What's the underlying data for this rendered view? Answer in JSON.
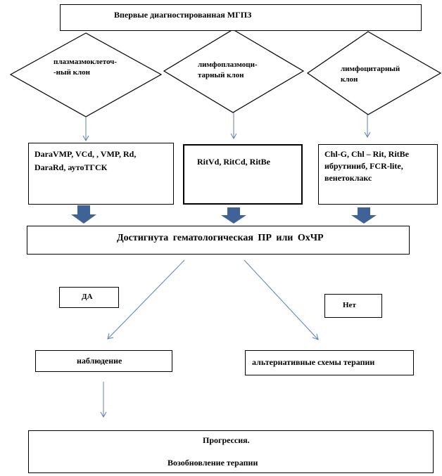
{
  "title": "Впервые диагностированная МГПЗ",
  "clones": [
    {
      "label": "плазмазмоклеточ-\n-ный клон"
    },
    {
      "label": "лимфоплазмоци-\nтарный клон"
    },
    {
      "label": "лимфоцитарный\nклон"
    }
  ],
  "therapies": [
    {
      "text": "DaraVMP, VCd, , VMP, Rd,\nDaraRd, аутоТГСК"
    },
    {
      "text": "RitVd, RitCd, RitBe"
    },
    {
      "text": "Chl-G, Chl – Rit, RitBe\nибрутиниб, FCR-lite,\nвенетоклакс"
    }
  ],
  "response": "Достигнута гематологическая ПР или ОхЧР",
  "yes_label": "ДА",
  "no_label": "Нет",
  "observation": "наблюдение",
  "alternative": "альтернативные схемы терапии",
  "progression": "Прогрессия.",
  "resume": "Возобновление терапии",
  "colors": {
    "arrow": "#5b7fb5",
    "block_arrow": "#3f6397",
    "border": "#000000"
  }
}
